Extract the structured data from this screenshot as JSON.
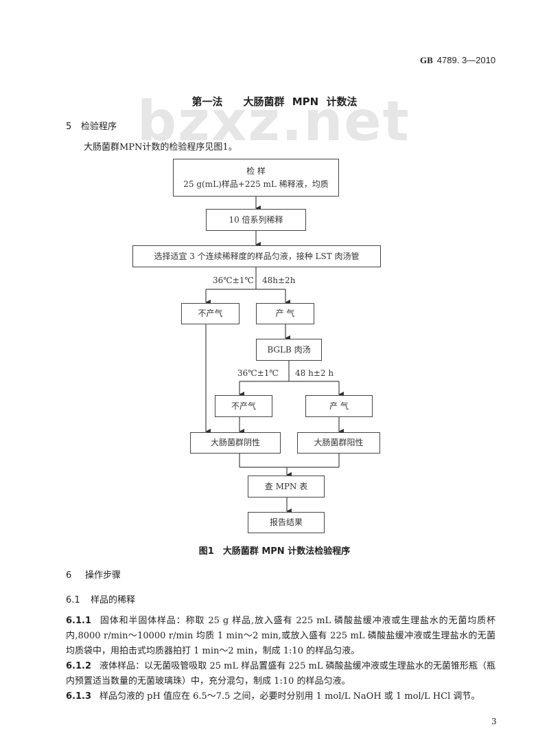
{
  "header": {
    "std_prefix": "GB",
    "std_number": "4789. 3—2010"
  },
  "watermark": "bzxz.net",
  "title": "第一法　　大肠菌群 MPN 计数法",
  "section5": {
    "num": "5",
    "heading": "检验程序",
    "intro": "大肠菌群MPN计数的检验程序见图1。"
  },
  "flowchart": {
    "box_sample_line1": "检 样",
    "box_sample_line2": "25 g(mL)样品+225 mL 稀释液，均质",
    "box_dilution": "10 倍系列稀释",
    "box_select": "选择适宜 3 个连续稀释度的样品匀液，接种 LST 肉汤管",
    "label_temp1": "36℃±1℃",
    "label_time1": "48h±2h",
    "box_no_gas1": "不产气",
    "box_gas1": "产 气",
    "box_bglb": "BGLB 肉汤",
    "label_temp2": "36℃±1℃",
    "label_time2": "48 h±2 h",
    "box_no_gas2": "不产气",
    "box_gas2": "产 气",
    "box_negative": "大肠菌群阴性",
    "box_positive": "大肠菌群阳性",
    "box_mpn": "查 MPN 表",
    "box_report": "报告结果",
    "caption": "图1　大肠菌群 MPN 计数法检验程序"
  },
  "section6": {
    "num": "6",
    "heading": "操作步骤"
  },
  "section61": {
    "num": "6.1",
    "heading": "样品的稀释"
  },
  "paragraphs": [
    {
      "num": "6.1.1",
      "text": "固体和半固体样品：称取 25 g 样品,放入盛有 225 mL 磷酸盐缓冲液或生理盐水的无菌均质杯内,8000 r/min～10000 r/min 均质 1 min～2 min,或放入盛有 225 mL 磷酸盐缓冲液或生理盐水的无菌均质袋中，用拍击式均质器拍打 1 min～2 min，制成 1:10 的样品匀液。"
    },
    {
      "num": "6.1.2",
      "text": "液体样品：以无菌吸管吸取 25 mL 样品置盛有 225 mL 磷酸盐缓冲液或生理盐水的无菌锥形瓶（瓶内预置适当数量的无菌玻璃珠）中，充分混匀，制成 1:10 的样品匀液。"
    },
    {
      "num": "6.1.3",
      "text": "样品匀液的 pH 值应在 6.5～7.5 之间，必要时分别用 1 mol/L NaOH 或 1 mol/L HCl 调节。"
    }
  ],
  "page_number": "3"
}
